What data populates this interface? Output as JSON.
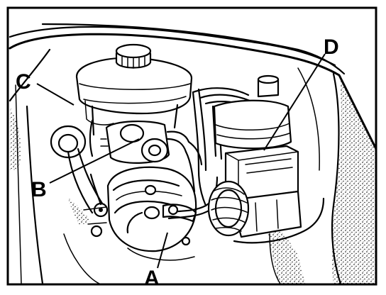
{
  "figure": {
    "callouts": [
      {
        "id": "A",
        "label": "A"
      },
      {
        "id": "B",
        "label": "B"
      },
      {
        "id": "C",
        "label": "C"
      },
      {
        "id": "D",
        "label": "D"
      }
    ]
  }
}
